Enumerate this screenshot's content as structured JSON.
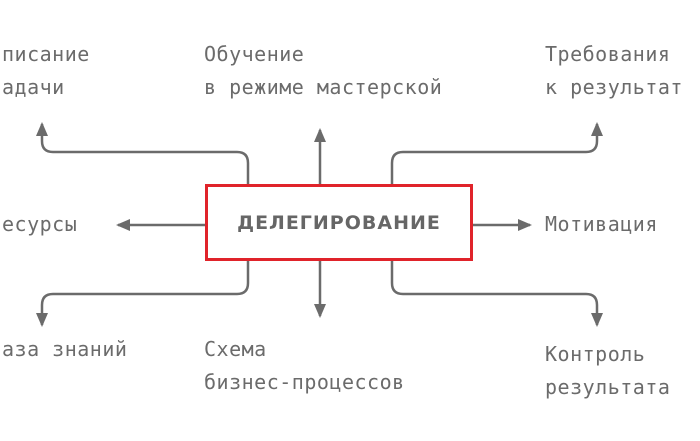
{
  "center": {
    "label": "ДЕЛЕГИРОВАНИЕ",
    "border_color": "#e0232a"
  },
  "connector_color": "#6b6b6b",
  "nodes": {
    "task_description": {
      "line1": "писание",
      "line2": "адачи"
    },
    "master_training": {
      "line1": "Обучение",
      "line2": "в режиме мастерской"
    },
    "result_requirements": {
      "line1": "Требования",
      "line2": "к результат"
    },
    "resources": {
      "line1": "есурсы"
    },
    "motivation": {
      "line1": "Мотивация"
    },
    "knowledge_base": {
      "line1": "аза знаний"
    },
    "process_scheme": {
      "line1": "Схема",
      "line2": "бизнес-процессов"
    },
    "result_control": {
      "line1": "Контроль",
      "line2": "результата"
    }
  }
}
